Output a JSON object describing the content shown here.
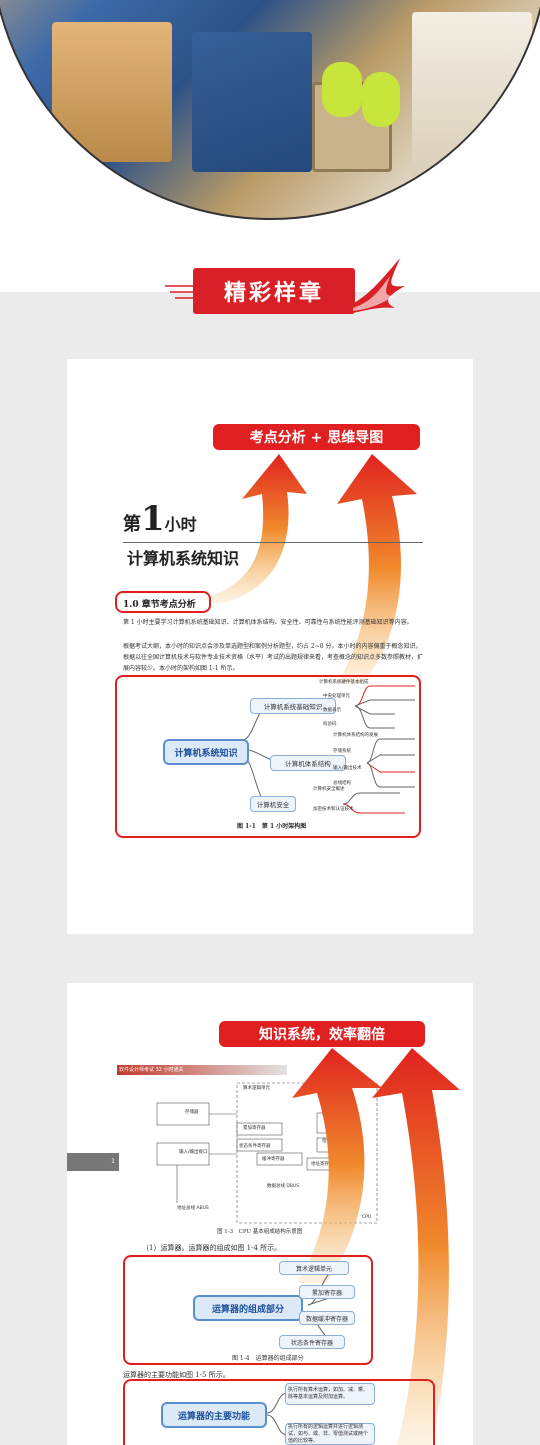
{
  "section": {
    "title": "精彩样章"
  },
  "page1": {
    "callout": "考点分析 + 思维导图",
    "chapter": {
      "prefix": "第",
      "number": "1",
      "suffix": "小时",
      "name": "计算机系统知识"
    },
    "section_head": "1.0 章节考点分析",
    "para1": "第 1 小时主要学习计算机系统基础知识、计算机体系结构、安全性、可靠性与系统性能评测基础知识等内容。",
    "para2": "根据考试大纲，本小时的知识点会涉及单选题型和案例分析题型，约占 2~8 分。本小时的内容偏重于概念知识，根据以往全国计算机技术与软件专业技术资格（水平）考试的出题规律来看，考查概念的知识点多数参照教材，扩展内容较少。本小时的架构如图 1-1 所示。",
    "mindmap": {
      "root": "计算机系统知识",
      "branches": [
        {
          "label": "计算机系统基础知识",
          "leaves": [
            "计算机系统硬件基本组成",
            "中央处理单元",
            "数据表示",
            "校验码"
          ]
        },
        {
          "label": "计算机体系结构",
          "leaves": [
            "计算机体系结构的发展",
            "存储系统",
            "输入/输出技术",
            "总线结构"
          ]
        },
        {
          "label": "计算机安全",
          "leaves": [
            "计算机安全概述",
            "加密技术和认证技术"
          ]
        }
      ],
      "caption": "图 1-1　第 1 小时架构图"
    }
  },
  "page2": {
    "callout": "知识系统，效率翻倍",
    "header": "软件设计师考试 32 小时通关",
    "cpu_labels": {
      "storage": "存储器",
      "io": "输入/输出接口",
      "abus": "地址总线 ABUS",
      "dbus": "数据总线 DBUS",
      "alu": "算术逻辑单元",
      "acc": "累加寄存器",
      "status": "状态条件寄存器",
      "buffer": "缓冲寄存器",
      "addr": "地址寄存器",
      "ir": "执行部件",
      "decode": "指令译码器",
      "op": "操作控制器",
      "cpu": "CPU"
    },
    "fig13": "图 1-3　CPU 基本组成结构示意图",
    "item1": "（1）运算器。运算器的组成如图 1-4 所示。",
    "mindmap": {
      "root": "运算器的组成部分",
      "leaves": [
        "算术逻辑单元",
        "累加寄存器",
        "数据缓冲寄存器",
        "状态条件寄存器"
      ],
      "caption": "图 1-4　运算器的组成部分"
    },
    "item2": "运算器的主要功能如图 1-5 所示。",
    "mindmap2": {
      "root": "运算器的主要功能",
      "leaves": [
        "执行所有算术运算，如加、减、乘、除等基本运算及附加运算。",
        "执行所有的逻辑运算并进行逻辑测试，如与、或、非、零值测试或两个值的比较等。"
      ]
    },
    "side_tab": "1"
  },
  "colors": {
    "accent": "#e02020",
    "node_fill": "#dce9f7",
    "node_border": "#5b8fcf",
    "bg_grey": "#ebebeb"
  }
}
